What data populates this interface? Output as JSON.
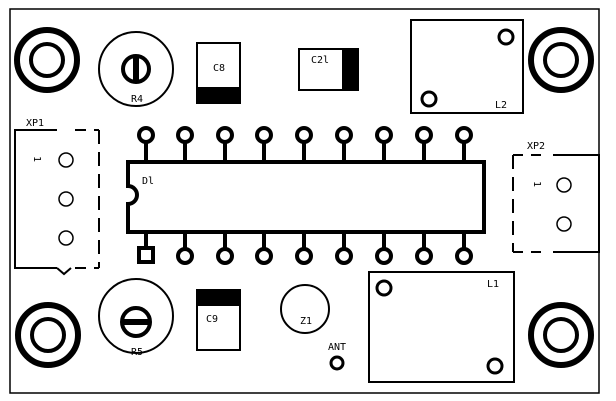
{
  "board": {
    "components": {
      "r4": "R4",
      "r5": "R5",
      "c8": "C8",
      "c9": "C9",
      "c21": "C2l",
      "d1": "Dl",
      "l1": "L1",
      "l2": "L2",
      "z1": "Z1",
      "ant": "ANT",
      "xp1": "XP1",
      "xp2": "XP2"
    },
    "pin_markers": {
      "xp1_pin1": "1",
      "xp2_pin1": "1"
    }
  },
  "colors": {
    "ink": "#000000",
    "paper": "#ffffff"
  }
}
